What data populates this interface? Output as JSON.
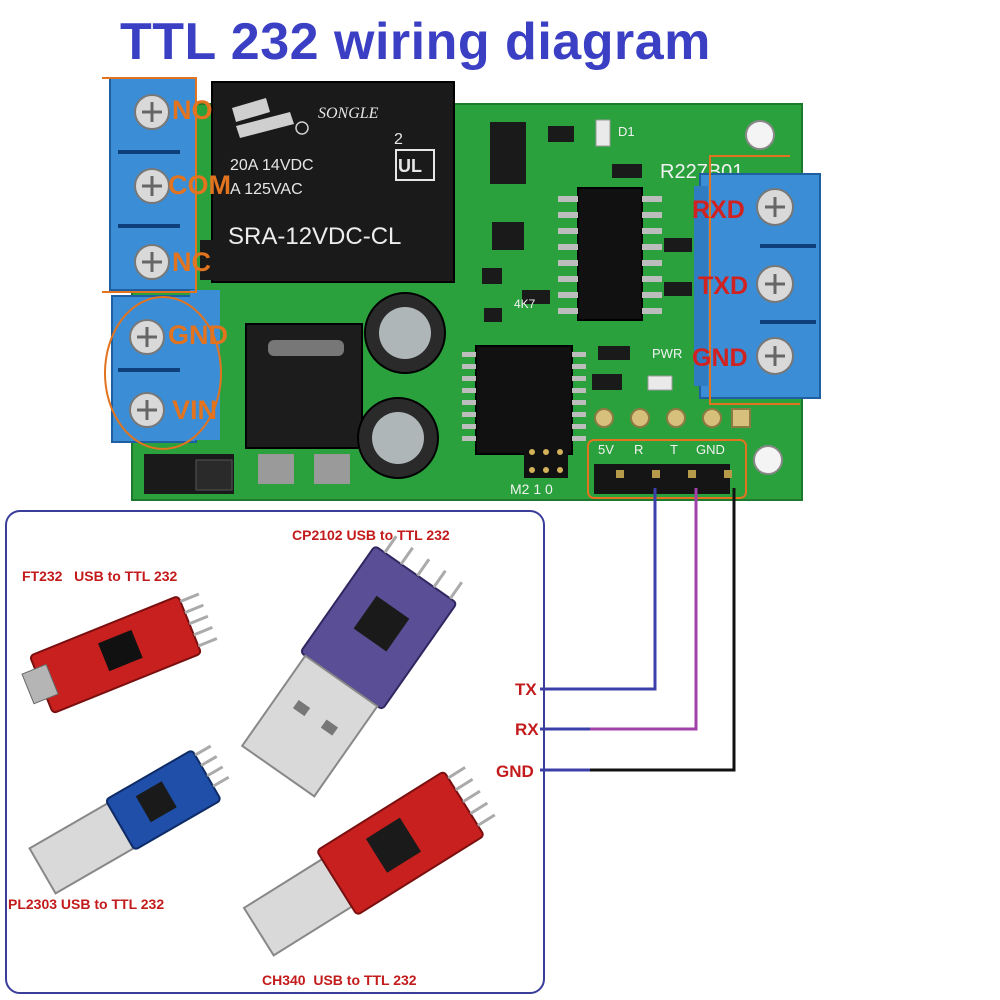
{
  "title": "TTL 232 wiring diagram",
  "relay": {
    "brand": "SONGLE",
    "rating1": "20A 14VDC",
    "rating2": "A 125VAC",
    "model": "SRA-12VDC-CL",
    "mark": "2"
  },
  "left_terminals": [
    "NO",
    "COM",
    "NC",
    "GND",
    "VIN"
  ],
  "right_terminals": [
    "RXD",
    "TXD",
    "GND"
  ],
  "board_silk": {
    "model": "R227B01",
    "d1": "D1",
    "r4k7": "4K7",
    "pwr": "PWR",
    "header_pins": [
      "5V",
      "R",
      "T",
      "GND"
    ],
    "mode": "M2 1 0"
  },
  "wire_labels": [
    "TX",
    "RX",
    "GND"
  ],
  "modules": [
    "FT232   USB to TTL 232",
    "CP2102 USB to TTL 232",
    "PL2303 USB to TTL 232",
    "CH340  USB to TTL 232"
  ],
  "colors": {
    "title": "#3b3fc4",
    "board": "#2aa13d",
    "terminal": "#3b8ed6",
    "tx_wire": "#3c3fa8",
    "rx_wire": "#a040a8",
    "gnd_wire": "#111111",
    "frame": "#3a3d9a",
    "label_orange": "#e2731f",
    "label_red": "#d12222"
  }
}
